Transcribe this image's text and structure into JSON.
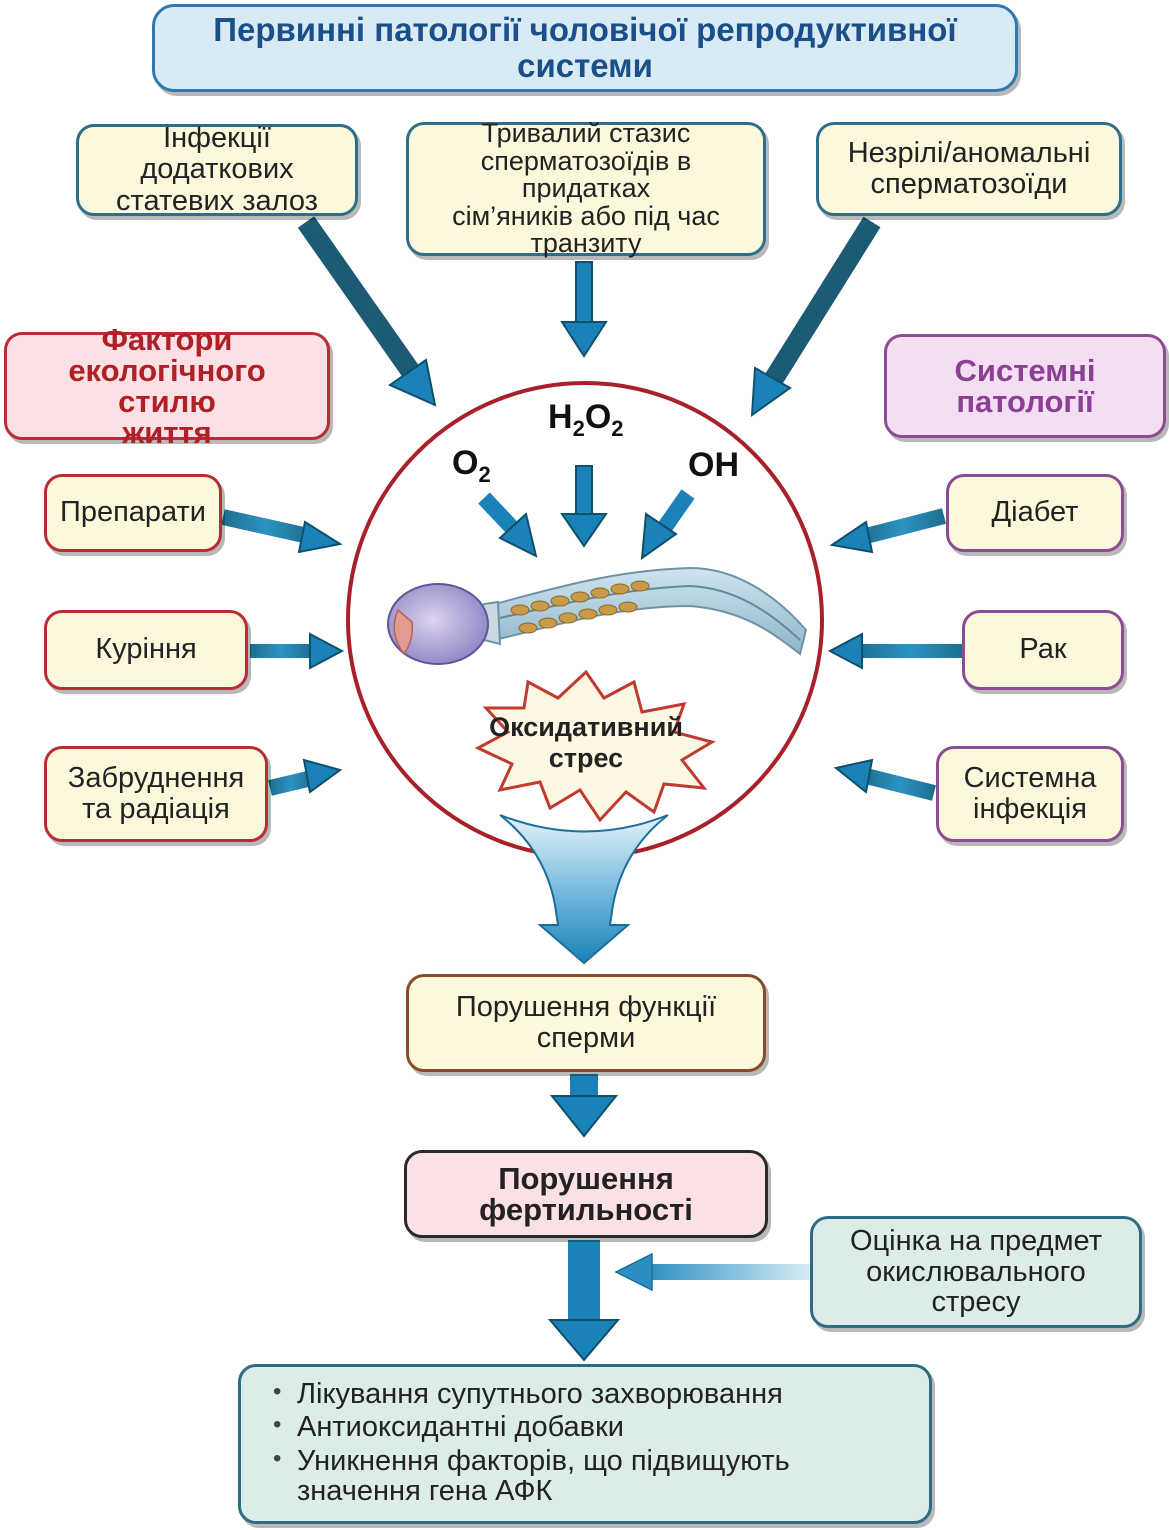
{
  "title": "Первинні патології чоловічої репродуктивної системи",
  "top_causes": [
    {
      "lines": [
        "Інфекції додаткових",
        "статевих залоз"
      ]
    },
    {
      "lines": [
        "Тривалий стазис",
        "сперматозоїдів в придатках",
        "сім’яників або під час",
        "транзиту"
      ]
    },
    {
      "lines": [
        "Незрілі/аномальні",
        "сперматозоїди"
      ]
    }
  ],
  "lifestyle": {
    "header": [
      "Фактори",
      "екологічного стилю",
      "життя"
    ],
    "items": [
      {
        "lines": [
          "Препарати"
        ]
      },
      {
        "lines": [
          "Куріння"
        ]
      },
      {
        "lines": [
          "Забруднення",
          "та радіація"
        ]
      }
    ]
  },
  "systemic": {
    "header": [
      "Системні",
      "патології"
    ],
    "items": [
      {
        "lines": [
          "Діабет"
        ]
      },
      {
        "lines": [
          "Рак"
        ]
      },
      {
        "lines": [
          "Системна",
          "інфекція"
        ]
      }
    ]
  },
  "ros": {
    "o2": {
      "base": "O",
      "sub": "2"
    },
    "h2o2": {
      "p1": "H",
      "s1": "2",
      "p2": "O",
      "s2": "2"
    },
    "oh": "OH"
  },
  "center_label": [
    "Оксидативний",
    "стрес"
  ],
  "sperm_function": [
    "Порушення функції",
    "сперми"
  ],
  "fertility": [
    "Порушення",
    "фертильності"
  ],
  "assessment": [
    "Оцінка на предмет",
    "окислювального",
    "стресу"
  ],
  "treatments": [
    "Лікування супутнього захворювання",
    "Антиоксидантні добавки",
    "Уникнення факторів, що підвищують значення гена АФК"
  ],
  "colors": {
    "arrow_fill": "#1a82b6",
    "arrow_dark": "#1d5b74",
    "circle_border": "#a82029",
    "lifestyle_accent": "#b02027",
    "systemic_accent": "#8c3f95"
  }
}
